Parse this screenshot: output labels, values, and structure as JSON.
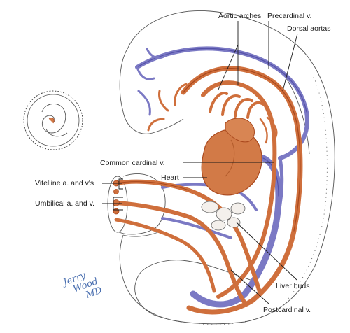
{
  "labels": {
    "aortic_arches": "Aortic arches",
    "precardinal": "Precardinal v.",
    "dorsal_aortas": "Dorsal aortas",
    "common_cardinal": "Common cardinal v.",
    "heart": "Heart",
    "vitelline": "Vitelline a. and v's",
    "umbilical": "Umbilical a. and v.",
    "liver_buds": "Liver buds",
    "postcardinal": "Postcardinal v."
  },
  "signature": {
    "line1": "Jerry",
    "line2": "Wood",
    "line3": "MD"
  },
  "colors": {
    "artery": "#cf6f3c",
    "artery_dark": "#a9481d",
    "vein": "#7b79c4",
    "vein_dark": "#5350a8",
    "heart": "#d27a47",
    "outline": "#555555"
  }
}
